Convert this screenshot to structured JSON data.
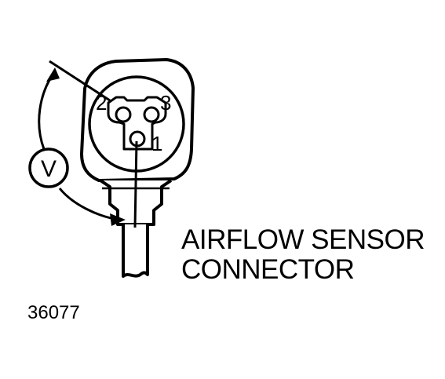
{
  "caption": {
    "line1": "AIRFLOW SENSOR",
    "line2": "CONNECTOR"
  },
  "figure_number": "36077",
  "terminals": {
    "pin1": "1",
    "pin2": "2",
    "pin3": "3"
  },
  "meter": {
    "symbol": "V"
  },
  "colors": {
    "ink": "#000000",
    "background": "#ffffff"
  }
}
